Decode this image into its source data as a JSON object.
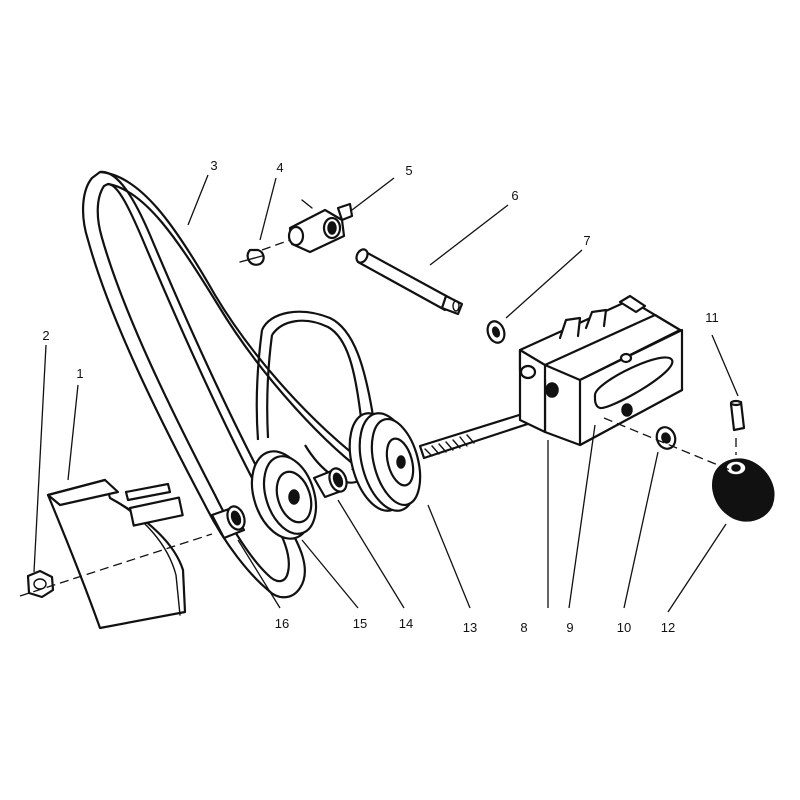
{
  "callouts": [
    {
      "id": "c1",
      "text": "1"
    },
    {
      "id": "c2",
      "text": "2"
    },
    {
      "id": "c3",
      "text": "3"
    },
    {
      "id": "c4",
      "text": "4"
    },
    {
      "id": "c5",
      "text": "5"
    },
    {
      "id": "c6",
      "text": "6"
    },
    {
      "id": "c7",
      "text": "7"
    },
    {
      "id": "c8",
      "text": "8"
    },
    {
      "id": "c9",
      "text": "9"
    },
    {
      "id": "c10",
      "text": "10"
    },
    {
      "id": "c11",
      "text": "11"
    },
    {
      "id": "c12",
      "text": "12"
    },
    {
      "id": "c13",
      "text": "13"
    },
    {
      "id": "c14",
      "text": "14"
    },
    {
      "id": "c15",
      "text": "15"
    },
    {
      "id": "c16",
      "text": "16"
    }
  ]
}
